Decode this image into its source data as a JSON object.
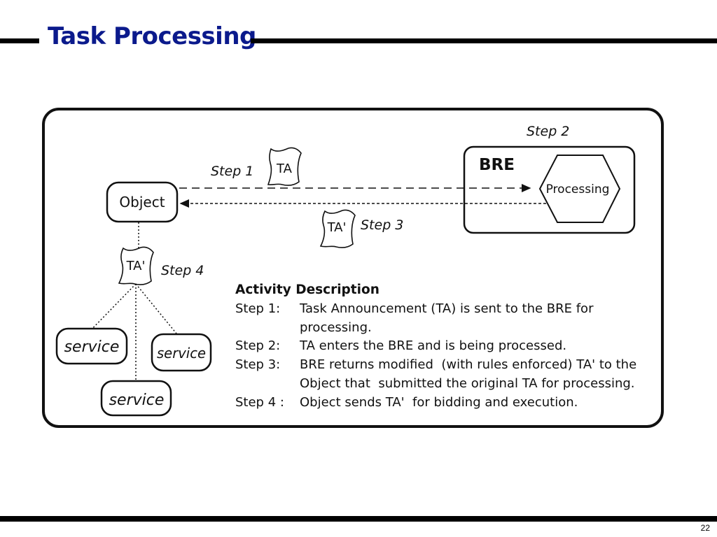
{
  "slide": {
    "title": "Task Processing",
    "page_number": "22"
  },
  "diagram": {
    "nodes": {
      "object": "Object",
      "bre": "BRE",
      "processing": "Processing",
      "services": [
        "service",
        "service",
        "service"
      ]
    },
    "tokens": {
      "ta": "TA",
      "ta_prime_return": "TA'",
      "ta_prime_dispatch": "TA'"
    },
    "step_labels": {
      "step1": "Step 1",
      "step2": "Step 2",
      "step3": "Step 3",
      "step4": "Step 4"
    }
  },
  "activity": {
    "heading": "Activity Description",
    "steps": [
      {
        "label": "Step 1:",
        "lines": [
          "Task Announcement (TA) is sent to the BRE for",
          "processing."
        ]
      },
      {
        "label": "Step 2:",
        "lines": [
          "TA enters the BRE and is being processed."
        ]
      },
      {
        "label": "Step 3:",
        "lines": [
          "BRE returns modified  (with rules enforced) TA' to the",
          "Object that  submitted the original TA for processing."
        ]
      },
      {
        "label": "Step 4 :",
        "lines": [
          "Object sends TA'  for bidding and execution."
        ]
      }
    ]
  },
  "colors": {
    "title": "#0b1a8c",
    "rules": "#000000",
    "diagram_stroke": "#111111"
  }
}
